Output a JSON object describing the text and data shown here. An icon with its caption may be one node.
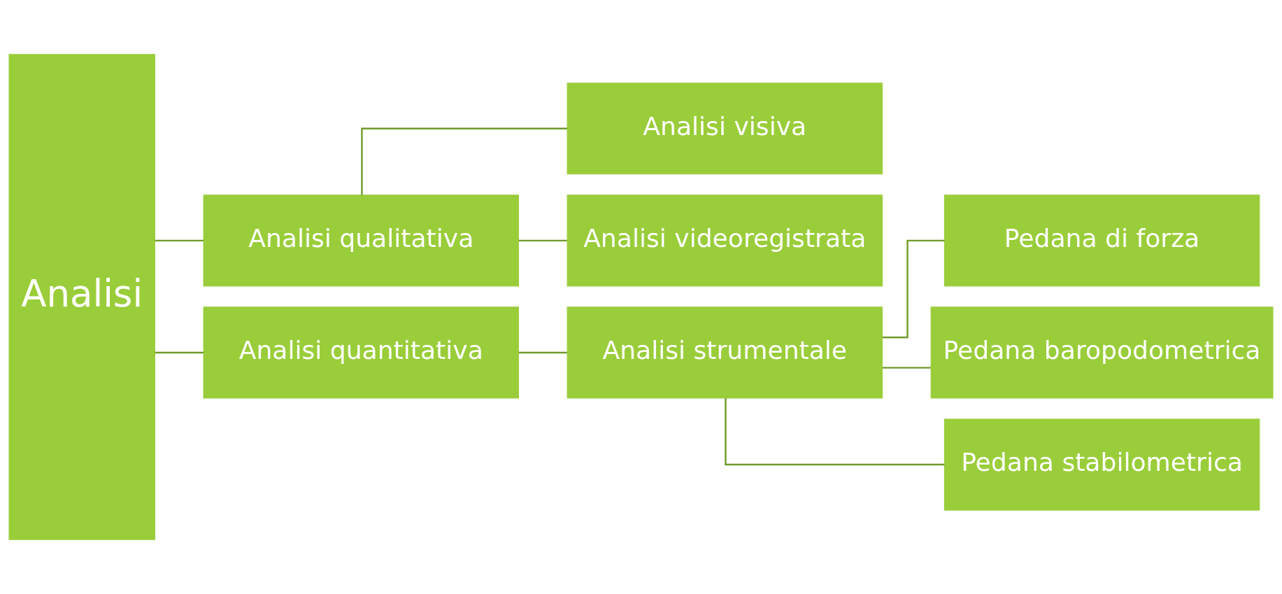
{
  "diagram": {
    "nodes": [
      {
        "text": [
          "Analisi"
        ]
      },
      {
        "text": [
          "Analisi qualitativa"
        ]
      },
      {
        "text": [
          "Analisi quantitativa"
        ]
      },
      {
        "text": [
          "Analisi visiva"
        ]
      },
      {
        "text": [
          "Analisi videoregistrata"
        ]
      },
      {
        "text": [
          "Analisi strumentale"
        ]
      },
      {
        "text": [
          "Pedana di forza"
        ]
      },
      {
        "text": [
          "Pedana baropodometrica"
        ]
      },
      {
        "text": [
          "Pedana stabilometrica"
        ]
      }
    ],
    "edges": [
      {
        "from": 0,
        "to": 1,
        "arrow": "none"
      },
      {
        "from": 0,
        "to": 2,
        "arrow": "none"
      },
      {
        "from": 1,
        "to": 3,
        "arrow": "none"
      },
      {
        "from": 1,
        "to": 4,
        "arrow": "none"
      },
      {
        "from": 2,
        "to": 5,
        "arrow": "none"
      },
      {
        "from": 5,
        "to": 6,
        "arrow": "none"
      },
      {
        "from": 5,
        "to": 7,
        "arrow": "none"
      },
      {
        "from": 5,
        "to": 8,
        "arrow": "none"
      }
    ]
  }
}
